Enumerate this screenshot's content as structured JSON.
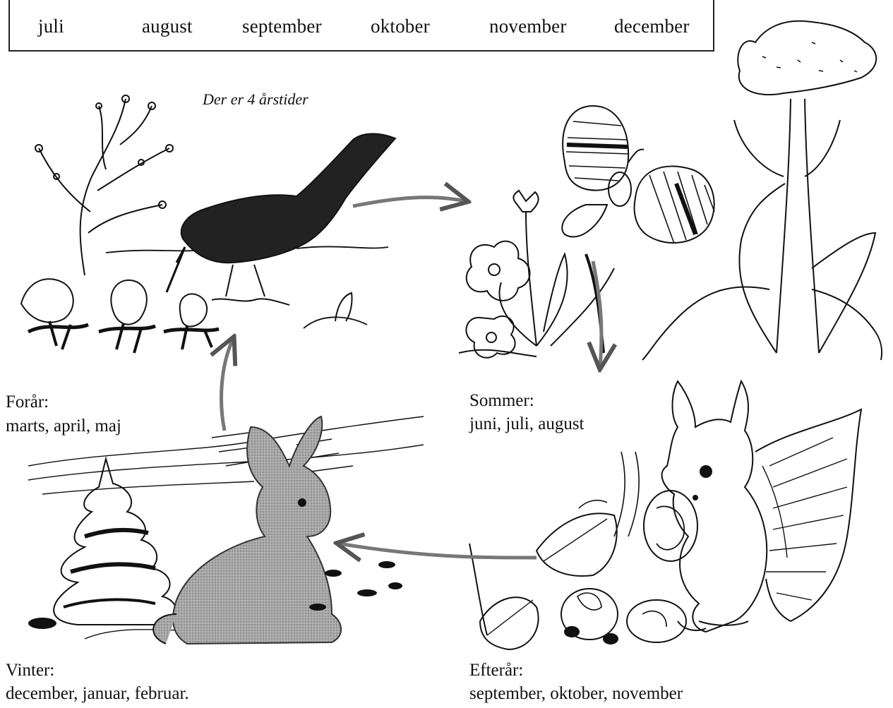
{
  "months_row": [
    "juli",
    "august",
    "september",
    "oktober",
    "november",
    "december"
  ],
  "title": "Der er 4 årstider",
  "seasons": {
    "spring": {
      "name": "Forår:",
      "months": "marts, april, maj"
    },
    "summer": {
      "name": "Sommer:",
      "months": "juni, juli, august"
    },
    "autumn": {
      "name": "Efterår:",
      "months": "september, oktober, november"
    },
    "winter": {
      "name": "Vinter:",
      "months": "december, januar, februar."
    }
  },
  "illustrations": [
    "blackbird",
    "butterfly-and-flowers",
    "squirrel-with-nuts",
    "hare-in-snow"
  ],
  "colors": {
    "ink": "#111111",
    "arrow": "#777777",
    "hare": "#9a9a9a",
    "bird": "#222222"
  }
}
